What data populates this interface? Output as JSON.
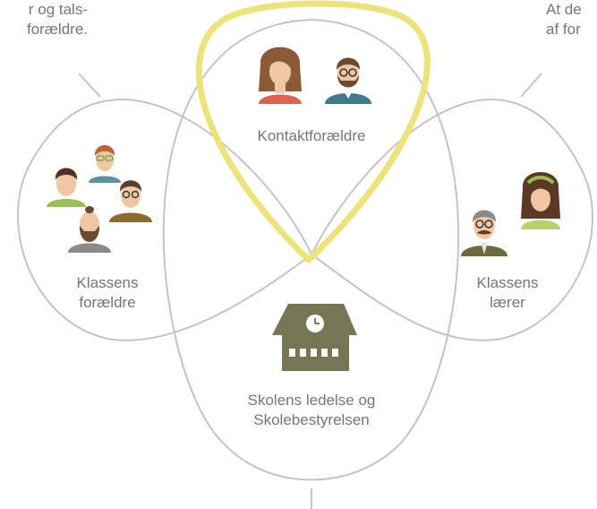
{
  "corner_text": {
    "top_left": [
      "r og tals-",
      "forældre."
    ],
    "top_right": [
      "At de",
      "af for"
    ]
  },
  "groups": {
    "kontaktforaeldre": {
      "label": "Kontaktforældre"
    },
    "klassens_foraeldre": {
      "lines": [
        "Klassens",
        "forældre"
      ]
    },
    "klassens_laerer": {
      "lines": [
        "Klassens",
        "lærer"
      ]
    },
    "skolens_ledelse": {
      "lines": [
        "Skolens ledelse og",
        "Skolebestyrelsen"
      ]
    }
  },
  "colors": {
    "outline": "#c4c4c4",
    "highlight": "#ede37a",
    "school": "#777553",
    "skin": "#f0c7a2",
    "hair_brown": "#8c5a36",
    "hair_dark": "#4d3324"
  }
}
